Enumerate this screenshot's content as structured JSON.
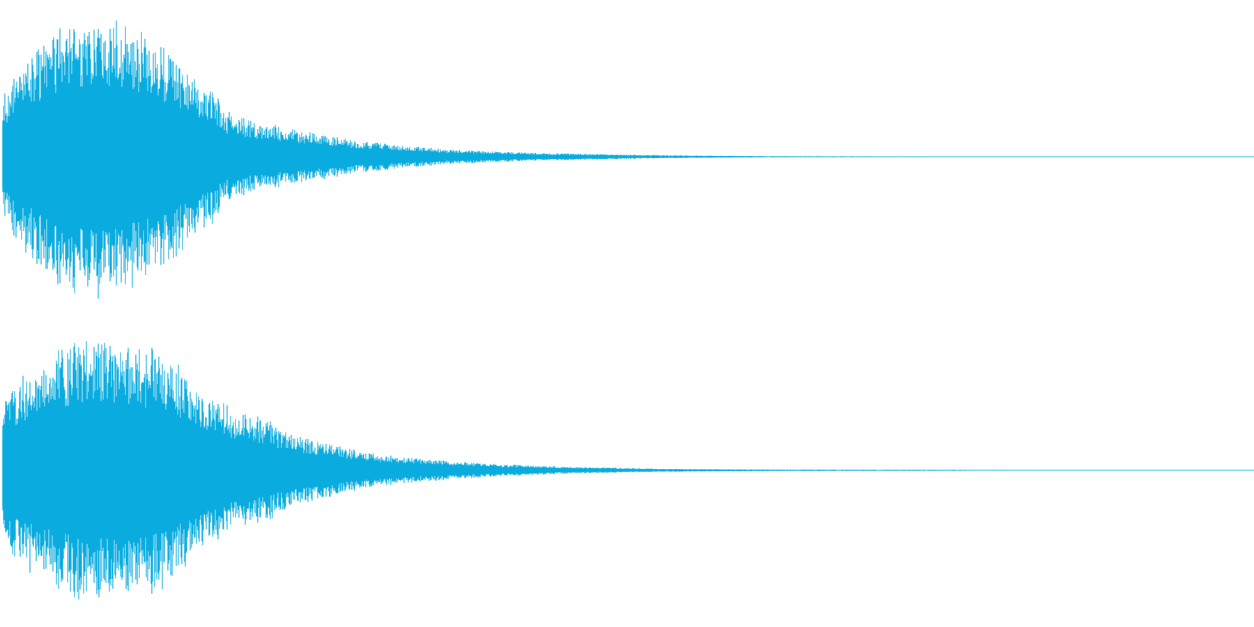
{
  "waveform": {
    "color": "#0aacdf",
    "background": "#ffffff",
    "channel_count": 2,
    "channels": [
      {
        "name": "",
        "envelope_points": [
          [
            0.0,
            0.42
          ],
          [
            0.01,
            0.6
          ],
          [
            0.025,
            0.74
          ],
          [
            0.04,
            0.88
          ],
          [
            0.06,
            0.98
          ],
          [
            0.08,
            1.0
          ],
          [
            0.1,
            0.95
          ],
          [
            0.12,
            0.82
          ],
          [
            0.14,
            0.7
          ],
          [
            0.155,
            0.55
          ],
          [
            0.17,
            0.46
          ],
          [
            0.175,
            0.34
          ],
          [
            0.19,
            0.28
          ],
          [
            0.22,
            0.22
          ],
          [
            0.25,
            0.17
          ],
          [
            0.28,
            0.12
          ],
          [
            0.32,
            0.08
          ],
          [
            0.36,
            0.05
          ],
          [
            0.42,
            0.03
          ],
          [
            0.5,
            0.015
          ],
          [
            0.56,
            0.008
          ],
          [
            0.62,
            0.004
          ],
          [
            1.0,
            0.0
          ]
        ],
        "noise_seed": 17
      },
      {
        "name": "",
        "envelope_points": [
          [
            0.0,
            0.52
          ],
          [
            0.01,
            0.68
          ],
          [
            0.025,
            0.82
          ],
          [
            0.04,
            0.92
          ],
          [
            0.06,
            1.0
          ],
          [
            0.08,
            0.98
          ],
          [
            0.1,
            0.93
          ],
          [
            0.125,
            0.96
          ],
          [
            0.14,
            0.8
          ],
          [
            0.155,
            0.62
          ],
          [
            0.17,
            0.54
          ],
          [
            0.19,
            0.46
          ],
          [
            0.21,
            0.4
          ],
          [
            0.23,
            0.27
          ],
          [
            0.26,
            0.21
          ],
          [
            0.29,
            0.14
          ],
          [
            0.32,
            0.1
          ],
          [
            0.36,
            0.07
          ],
          [
            0.4,
            0.045
          ],
          [
            0.46,
            0.025
          ],
          [
            0.52,
            0.013
          ],
          [
            0.6,
            0.006
          ],
          [
            1.0,
            0.0
          ]
        ],
        "noise_seed": 41
      }
    ]
  }
}
